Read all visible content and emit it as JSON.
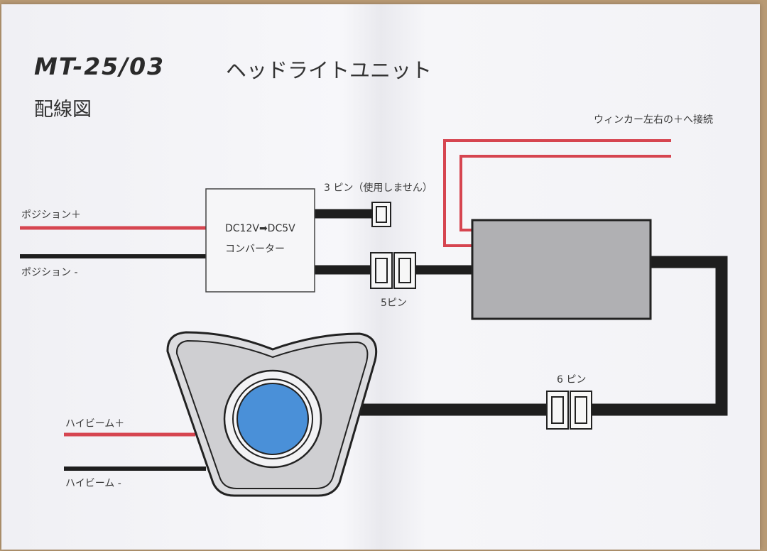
{
  "title": {
    "model": "MT-25/03",
    "unit": "ヘッドライトユニット",
    "subtitle": "配線図"
  },
  "labels": {
    "turn_signal": "ウィンカー左右の＋へ接続",
    "pin3": "3 ピン（使用しません）",
    "pin5": "5ピン",
    "pin6": "6 ピン",
    "position_plus": "ポジション＋",
    "position_minus": "ポジション -",
    "highbeam_plus": "ハイビーム＋",
    "highbeam_minus": "ハイビーム -"
  },
  "converter": {
    "line1": "DC12V➡DC5V",
    "line2": "コンバーター"
  },
  "colors": {
    "red_wire": "#d64550",
    "black_wire": "#1e1e1e",
    "unit_box": "#b0b0b3",
    "lens": "#4a90d8"
  }
}
